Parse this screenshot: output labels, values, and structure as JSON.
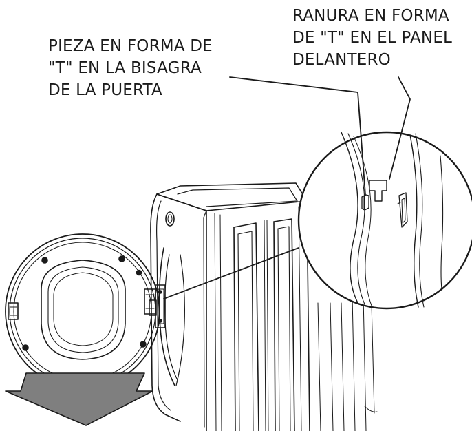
{
  "callouts": {
    "door_hinge_t_piece": {
      "lines": [
        "PIEZA EN FORMA DE",
        "\"T\" EN LA BISAGRA",
        "DE LA PUERTA"
      ]
    },
    "front_panel_t_slot": {
      "lines": [
        "RANURA EN FORMA",
        "DE \"T\" EN EL PANEL",
        "DELANTERO"
      ]
    }
  },
  "colors": {
    "line": "#1a1a1a",
    "arrow_fill": "#7f7f7f",
    "background": "#ffffff"
  },
  "icons": {
    "direction_arrow": "down-left-arrow"
  }
}
